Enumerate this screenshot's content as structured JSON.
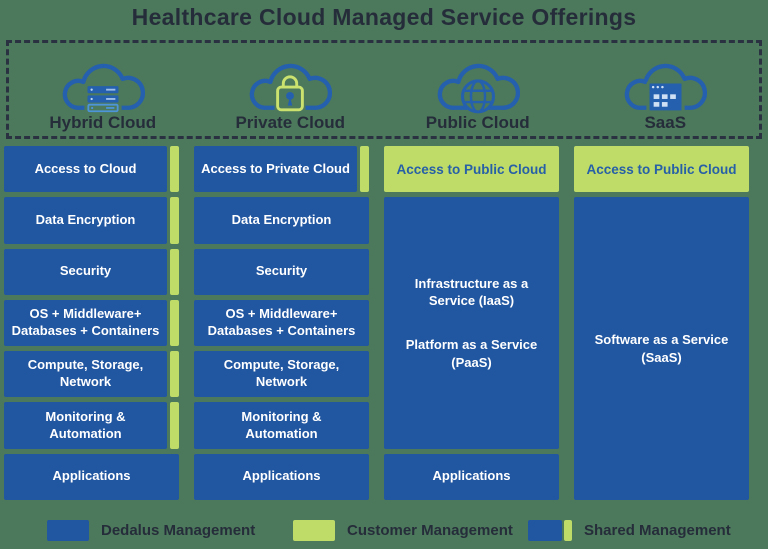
{
  "title": "Healthcare Cloud Managed Service Offerings",
  "colors": {
    "dedalus_blue": "#2156A0",
    "customer_green": "#BFDC69",
    "background_green": "#4C785C",
    "dark_text": "#262D3A",
    "icon_blue": "#2560AE",
    "lock_green": "#CBE26F"
  },
  "categories": [
    {
      "label": "Hybrid Cloud"
    },
    {
      "label": "Private Cloud"
    },
    {
      "label": "Public Cloud"
    },
    {
      "label": "SaaS"
    }
  ],
  "columns": [
    {
      "name": "Hybrid Cloud",
      "rows": [
        {
          "label": "Access to Cloud",
          "management": "shared"
        },
        {
          "label": "Data Encryption",
          "management": "shared"
        },
        {
          "label": "Security",
          "management": "shared"
        },
        {
          "label": "OS + Middleware+\nDatabases + Containers",
          "management": "shared"
        },
        {
          "label": "Compute, Storage,\nNetwork",
          "management": "shared"
        },
        {
          "label": "Monitoring &\nAutomation",
          "management": "shared"
        },
        {
          "label": "Applications",
          "management": "dedalus"
        }
      ]
    },
    {
      "name": "Private Cloud",
      "rows": [
        {
          "label": "Access to Private Cloud",
          "management": "shared"
        },
        {
          "label": "Data Encryption",
          "management": "dedalus"
        },
        {
          "label": "Security",
          "management": "dedalus"
        },
        {
          "label": "OS + Middleware+\nDatabases + Containers",
          "management": "dedalus"
        },
        {
          "label": "Compute, Storage,\nNetwork",
          "management": "dedalus"
        },
        {
          "label": "Monitoring &\nAutomation",
          "management": "dedalus"
        },
        {
          "label": "Applications",
          "management": "dedalus"
        }
      ]
    },
    {
      "name": "Public Cloud",
      "header": {
        "label": "Access to Public Cloud",
        "management": "customer"
      },
      "services": [
        "Infrastructure as a\nService (IaaS)",
        "Platform as a Service\n(PaaS)"
      ],
      "footer": {
        "label": "Applications",
        "management": "dedalus"
      }
    },
    {
      "name": "SaaS",
      "header": {
        "label": "Access to Public Cloud",
        "management": "customer"
      },
      "services": [
        "Software as a Service\n(SaaS)"
      ]
    }
  ],
  "legend": [
    {
      "label": "Dedalus Management",
      "type": "dedalus"
    },
    {
      "label": "Customer Management",
      "type": "customer"
    },
    {
      "label": "Shared Management",
      "type": "shared"
    }
  ]
}
